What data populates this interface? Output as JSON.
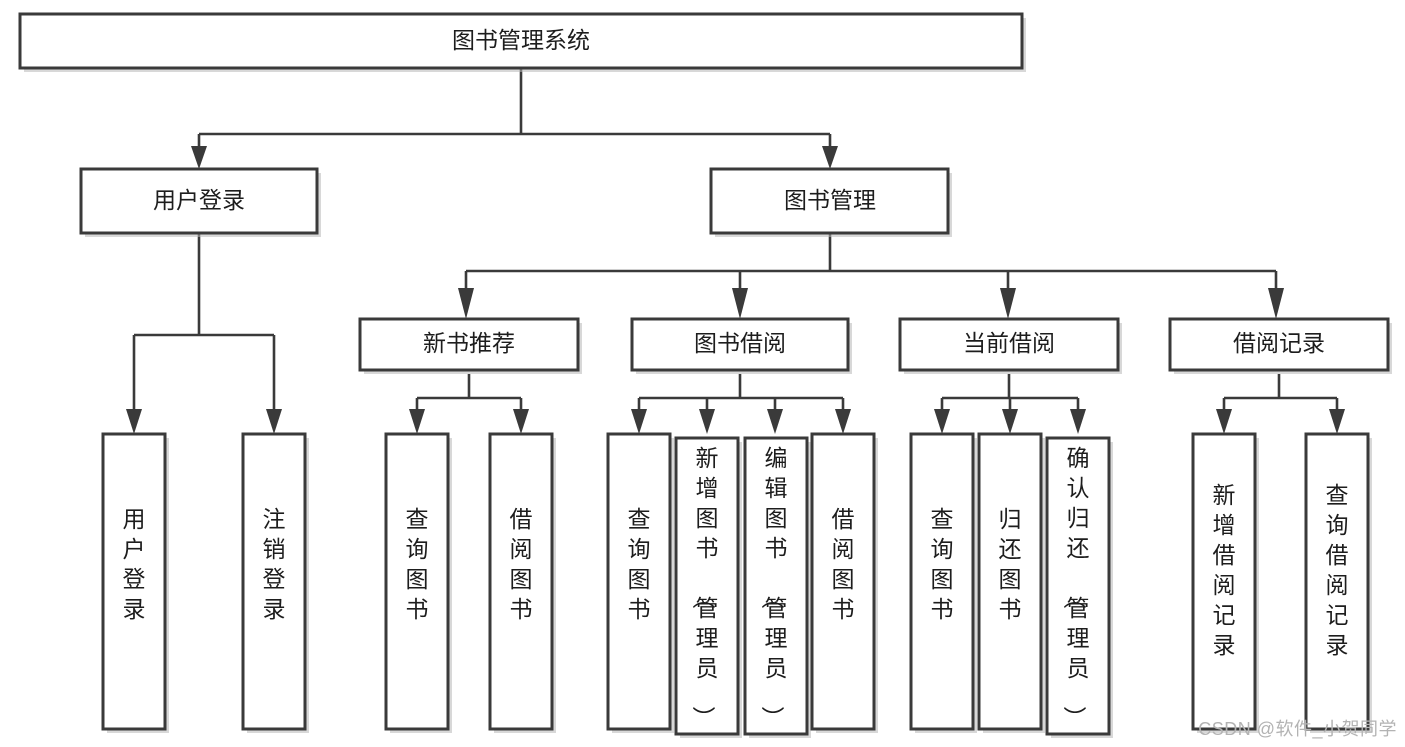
{
  "diagram": {
    "title": "图书管理系统",
    "type": "tree",
    "watermark": "CSDN @软件_小贺同学",
    "colors": {
      "box_stroke": "#3a3a3a",
      "box_fill": "#ffffff",
      "connector": "#3a3a3a",
      "text": "#1d1d1d",
      "watermark": "#b3b3b3",
      "background": "#ffffff"
    },
    "levels": {
      "root": {
        "label": "图书管理系统"
      },
      "level2": [
        {
          "id": "user-login",
          "label": "用户登录"
        },
        {
          "id": "book-manage",
          "label": "图书管理"
        }
      ],
      "level3": [
        {
          "id": "new-book-rec",
          "label": "新书推荐",
          "parent": "book-manage"
        },
        {
          "id": "book-borrow",
          "label": "图书借阅",
          "parent": "book-manage"
        },
        {
          "id": "current-borrow",
          "label": "当前借阅",
          "parent": "book-manage"
        },
        {
          "id": "borrow-record",
          "label": "借阅记录",
          "parent": "book-manage"
        }
      ],
      "leaves": [
        {
          "id": "leaf-user-login",
          "label": "用户登录",
          "parent": "user-login"
        },
        {
          "id": "leaf-logout",
          "label": "注销登录",
          "parent": "user-login"
        },
        {
          "id": "leaf-query-book-1",
          "label": "查询图书",
          "parent": "new-book-rec"
        },
        {
          "id": "leaf-borrow-book-1",
          "label": "借阅图书",
          "parent": "new-book-rec"
        },
        {
          "id": "leaf-query-book-2",
          "label": "查询图书",
          "parent": "book-borrow"
        },
        {
          "id": "leaf-add-book",
          "label": "新增图书（管理员）",
          "parent": "book-borrow"
        },
        {
          "id": "leaf-edit-book",
          "label": "编辑图书（管理员）",
          "parent": "book-borrow"
        },
        {
          "id": "leaf-borrow-book-2",
          "label": "借阅图书",
          "parent": "book-borrow"
        },
        {
          "id": "leaf-query-book-3",
          "label": "查询图书",
          "parent": "current-borrow"
        },
        {
          "id": "leaf-return-book",
          "label": "归还图书",
          "parent": "current-borrow"
        },
        {
          "id": "leaf-confirm-return",
          "label": "确认归还（管理员）",
          "parent": "current-borrow"
        },
        {
          "id": "leaf-add-record",
          "label": "新增借阅记录",
          "parent": "borrow-record"
        },
        {
          "id": "leaf-query-record",
          "label": "查询借阅记录",
          "parent": "borrow-record"
        }
      ]
    }
  }
}
